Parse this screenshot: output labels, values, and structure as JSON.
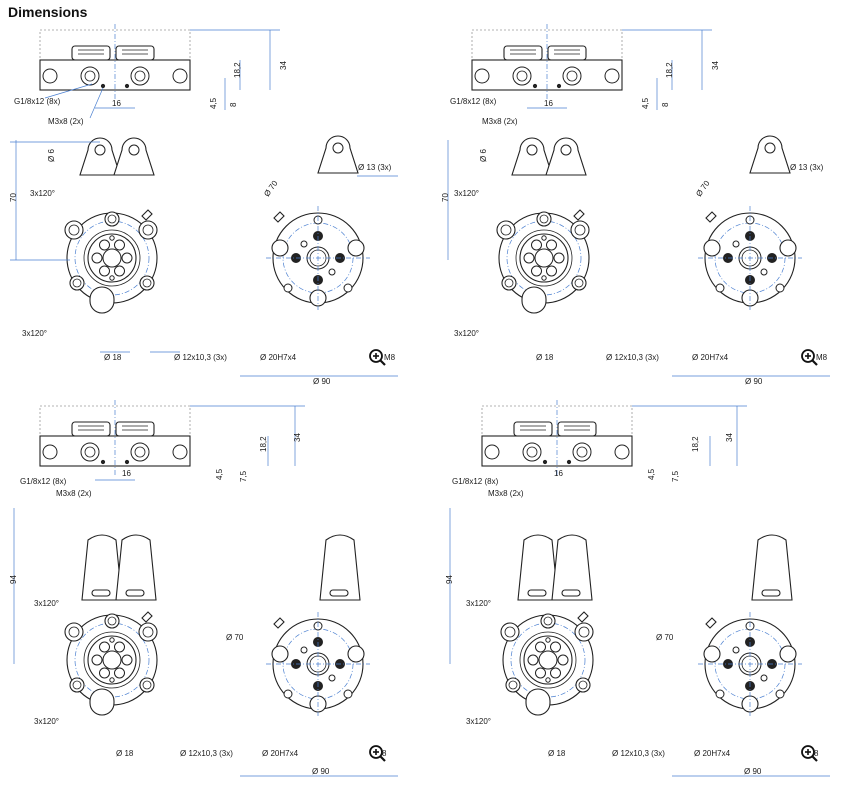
{
  "page": {
    "title": "Dimensions"
  },
  "side_view": {
    "height_34": "34",
    "height_18_2": "18,2",
    "thread_g": "G1/8x12 (8x)",
    "thread_m3": "M3x8 (2x)",
    "spacing_16": "16",
    "dim_4_5": "4,5",
    "dim_8": "8",
    "dim_7_5": "7,5"
  },
  "front_view": {
    "height_70": "70",
    "height_94": "94",
    "diameter_6": "Ø 6",
    "angle_a": "3x120°",
    "angle_b": "3x120°",
    "diameter_18": "Ø 18",
    "slot": "Ø 12x10,3 (3x)"
  },
  "rear_view": {
    "diameter_70": "Ø 70",
    "diameter_13": "Ø 13 (3x)",
    "diameter_20": "Ø 20H7x4",
    "thread_m8": "M8",
    "thread_m8_short": "8",
    "diameter_90": "Ø 90"
  },
  "icons": {
    "zoom": "zoom-in-icon"
  }
}
